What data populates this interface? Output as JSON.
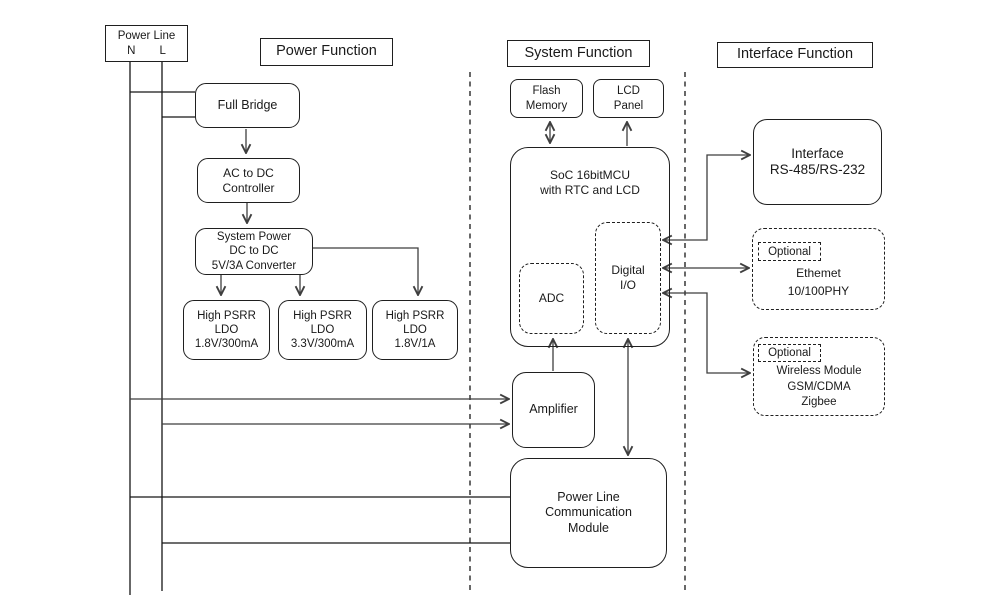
{
  "source": {
    "title": "Power Line",
    "neutral": "N",
    "line": "L"
  },
  "sections": {
    "power": "Power Function",
    "system": "System Function",
    "interface": "Interface Function"
  },
  "power": {
    "full_bridge": "Full Bridge",
    "ac_dc_controller": "AC to DC\nController",
    "system_power": "System Power\nDC to DC\n5V/3A Converter",
    "ldo_1v8_300ma": "High PSRR\nLDO\n1.8V/300mA",
    "ldo_3v3_300ma": "High PSRR\nLDO\n3.3V/300mA",
    "ldo_1v8_1a": "High PSRR\nLDO\n1.8V/1A"
  },
  "system": {
    "flash": "Flash\nMemory",
    "lcd": "LCD\nPanel",
    "soc": "SoC 16bitMCU\nwith RTC and LCD",
    "adc": "ADC",
    "digital_io": "Digital\nI/O",
    "amplifier": "Amplifier",
    "plc": "Power Line\nCommunication\nModule"
  },
  "interface": {
    "rs": "Interface\nRS-485/RS-232",
    "optional": "Optional",
    "ethernet": "Ethemet\n10/100PHY",
    "wireless": "Wireless Module\nGSM/CDMA\nZigbee"
  },
  "colors": {
    "wire": "#3f3f3f",
    "border": "#1f1f1f",
    "background": "#ffffff"
  }
}
